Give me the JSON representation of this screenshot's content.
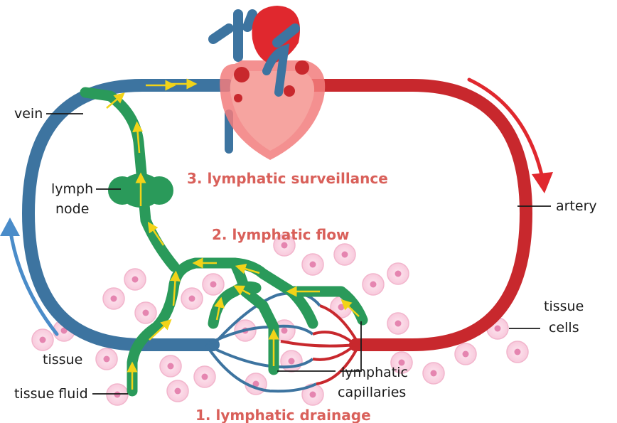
{
  "labels": {
    "vein": "vein",
    "lymph_line1": "lymph",
    "lymph_line2": "node",
    "artery": "artery",
    "tissue_cells_line1": "tissue",
    "tissue_cells_line2": "cells",
    "tissue": "tissue",
    "tissue_fluid": "tissue fluid",
    "capillaries_line1": "lymphatic",
    "capillaries_line2": "capillaries"
  },
  "stages": {
    "surveillance": "3. lymphatic surveillance",
    "flow": "2. lymphatic flow",
    "drainage": "1. lymphatic drainage"
  },
  "colors": {
    "vein": "#3d74a0",
    "artery": "#c8282d",
    "lymph": "#2a9a5a",
    "arrow_yellow": "#f2d318",
    "stage_text": "#d9605a",
    "cell_fill": "#fbd3e3",
    "cell_nucleus": "#e585b0",
    "heart": "#f27d7d"
  }
}
